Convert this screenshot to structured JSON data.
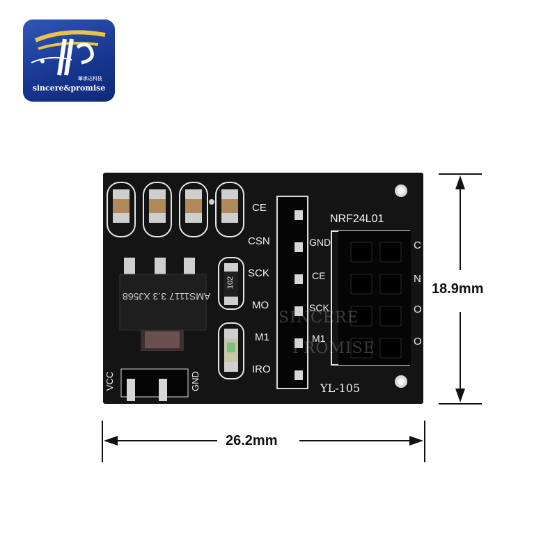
{
  "logo": {
    "brand_text": "sincere&promise",
    "chinese_text": "華承达科技"
  },
  "board": {
    "module_label": "NRF24L01",
    "board_model": "YL-105",
    "left_header_pins": [
      "CE",
      "CSN",
      "SCK",
      "MO",
      "M1",
      "IRO"
    ],
    "center_pins": [
      "GND",
      "CE",
      "SCK",
      "M1"
    ],
    "right_edge_letters": [
      "C",
      "N",
      "O",
      "O"
    ],
    "power_labels": [
      "VCC",
      "GND"
    ],
    "regulator_text": [
      "AMS1117",
      "3.3",
      "XJ568"
    ],
    "resistor_code": "102",
    "watermark": [
      "SINCERE",
      "PROMISE"
    ]
  },
  "dimensions": {
    "height": "18.9mm",
    "width": "26.2mm"
  },
  "colors": {
    "pcb": "#141414",
    "logo_blue": "#1f3f9a",
    "logo_gold": "#e8c24a"
  }
}
